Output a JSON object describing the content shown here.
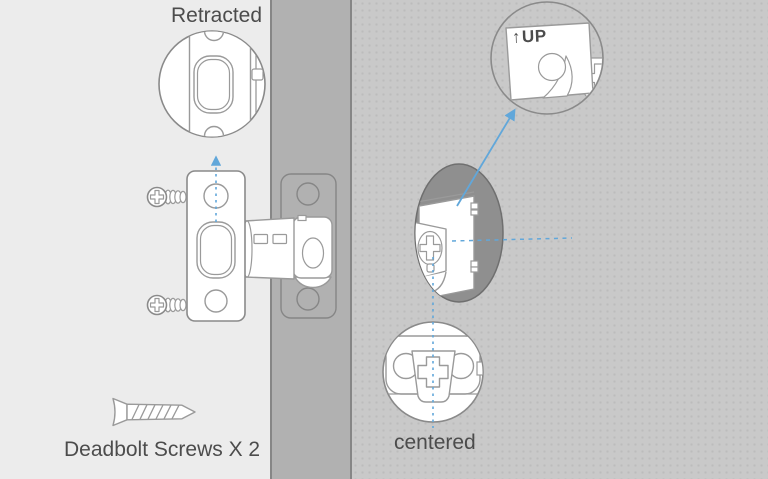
{
  "diagram": {
    "labels": {
      "retracted": "Retracted",
      "deadbolt_screws": "Deadbolt Screws X 2",
      "up": "UP",
      "up_arrow": "↑",
      "centered": "centered"
    },
    "colors": {
      "left_bg": "#ececec",
      "door": "#b1b1b1",
      "door_edge": "#868686",
      "right_bg": "#c9c9c9",
      "bore": "#8f8f8f",
      "bore_edge": "#6f6f6f",
      "line": "#9a9a9a",
      "ring": "#8a8a8a",
      "accent": "#61a7da",
      "text": "#4c4c4c",
      "white": "#ffffff"
    }
  }
}
